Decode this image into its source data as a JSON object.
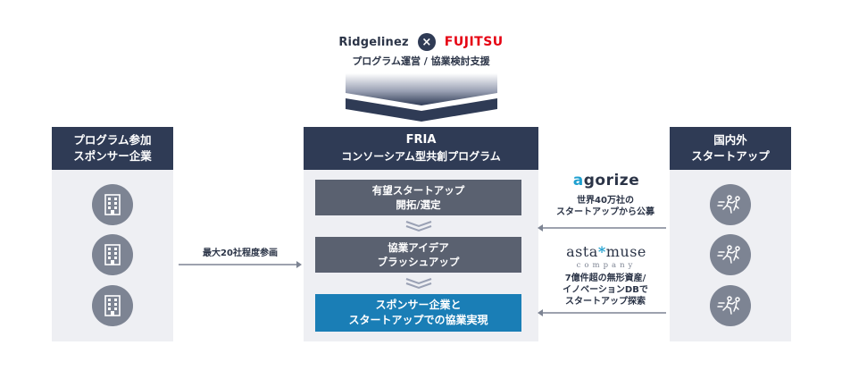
{
  "top": {
    "logo_left": "Ridgelinez",
    "logo_x": "×",
    "logo_right": "FUJITSU",
    "subtitle": "プログラム運営 / 協業検討支援"
  },
  "left_column": {
    "header_line1": "プログラム参加",
    "header_line2": "スポンサー企業"
  },
  "center_column": {
    "header_line1": "FRIA",
    "header_line2": "コンソーシアム型共創プログラム",
    "steps": [
      {
        "line1": "有望スタートアップ",
        "line2": "開拓/選定"
      },
      {
        "line1": "協業アイデア",
        "line2": "ブラッシュアップ"
      }
    ],
    "final": {
      "line1": "スポンサー企業と",
      "line2": "スタートアップでの協業実現"
    }
  },
  "right_column": {
    "header_line1": "国内外",
    "header_line2": "スタートアップ"
  },
  "left_arrow_label": "最大20社程度参画",
  "agorize": {
    "logo_first": "a",
    "logo_rest": "gorize",
    "desc_line1": "世界40万社の",
    "desc_line2": "スタートアップから公募"
  },
  "astamuse": {
    "logo_left": "asta",
    "logo_star": "*",
    "logo_right": "muse",
    "company": "company",
    "desc_line1": "7億件超の無形資産/",
    "desc_line2": "イノベーションDBで",
    "desc_line3": "スタートアップ探索"
  },
  "colors": {
    "navy": "#2f3b55",
    "step_gray": "#5a6170",
    "final_blue": "#1a7eb6",
    "column_bg": "#eeeff3",
    "icon_circle": "#7d8493",
    "fujitsu_red": "#e60012",
    "accent_cyan": "#1fa0d0"
  },
  "icons": [
    "building-icon",
    "running-people-icon",
    "chevron-down-icon",
    "arrow-right-icon",
    "arrow-left-icon"
  ]
}
